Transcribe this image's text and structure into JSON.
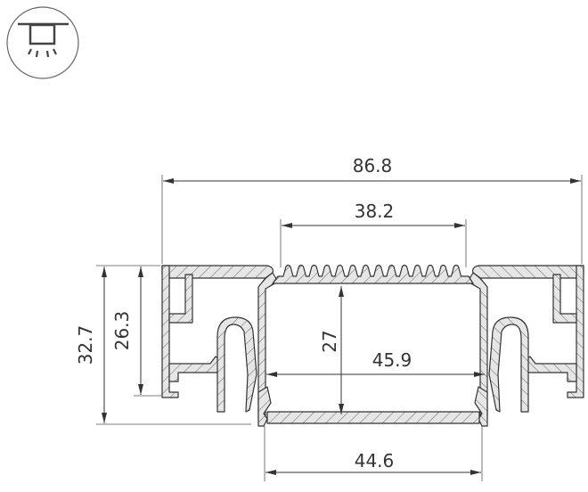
{
  "icon": {
    "name": "recessed-ceiling-light-icon"
  },
  "dimensions": {
    "overall_width": "86.8",
    "fin_width": "38.2",
    "overall_height": "32.7",
    "flange_height": "26.3",
    "inner_height": "27",
    "inner_width": "45.9",
    "diffuser_width": "44.6"
  },
  "colors": {
    "line": "#333333",
    "fill": "#e6e6e6"
  }
}
